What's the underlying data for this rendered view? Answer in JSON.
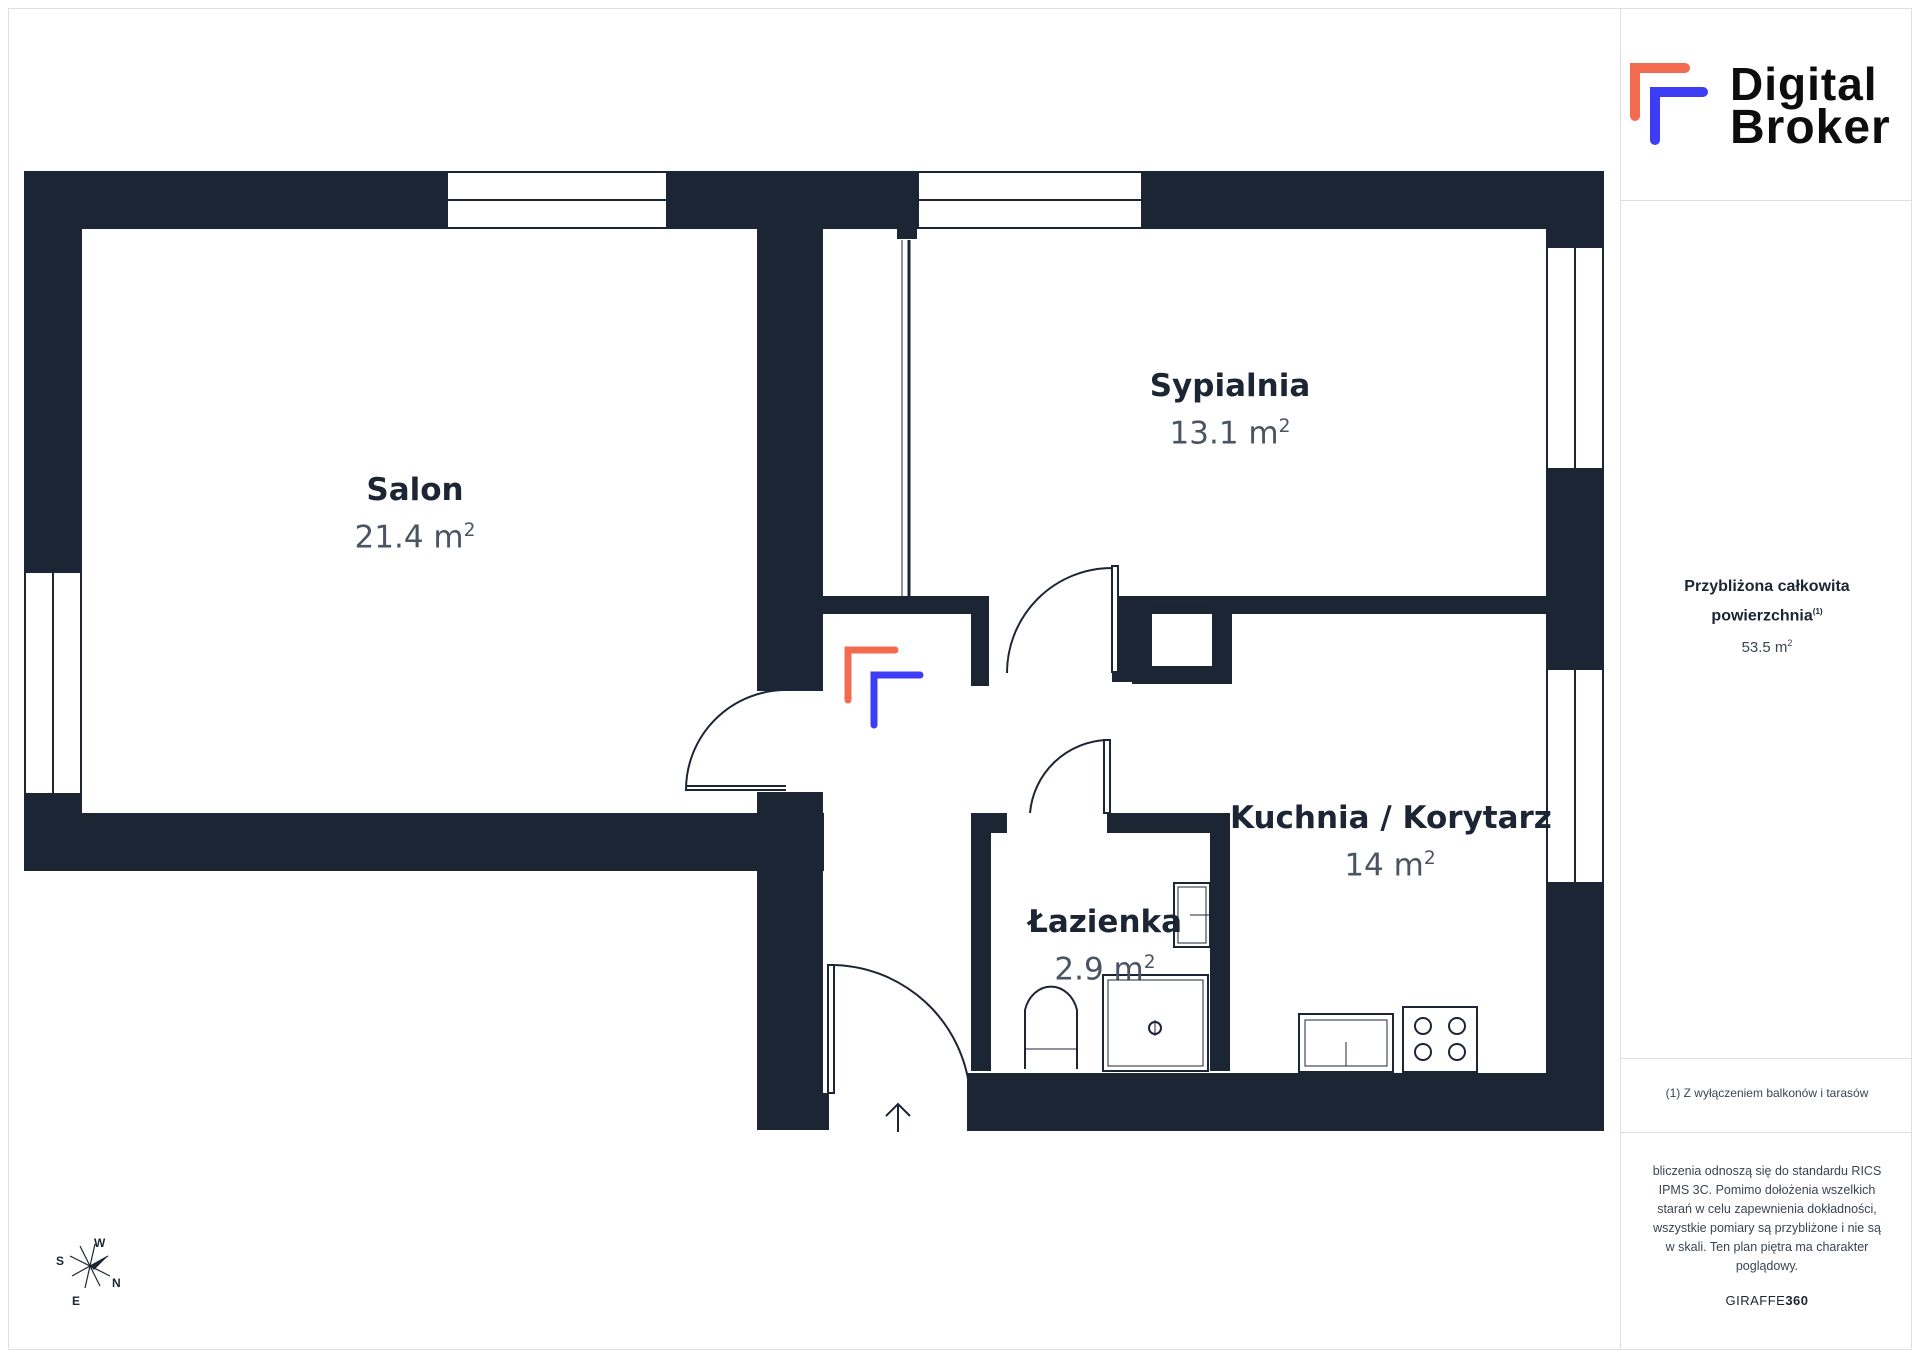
{
  "rooms": [
    {
      "name": "Salon",
      "area_value": "21.4 m",
      "area_unit_sup": "2"
    },
    {
      "name": "Sypialnia",
      "area_value": "13.1 m",
      "area_unit_sup": "2"
    },
    {
      "name": "Kuchnia / Korytarz",
      "area_value": "14 m",
      "area_unit_sup": "2"
    },
    {
      "name": "Łazienka",
      "area_value": "2.9 m",
      "area_unit_sup": "2"
    }
  ],
  "sidebar": {
    "logo_line1": "Digital",
    "logo_line2": "Broker",
    "total_area_title_line1": "Przybliżona całkowita",
    "total_area_title_line2": "powierzchnia",
    "total_area_footnote_mark": "(1)",
    "total_area_value": "53.5 m",
    "total_area_sup": "2",
    "footnote": "(1) Z wyłączeniem balkonów i tarasów",
    "disclaimer": "bliczenia odnoszą się do standardu RICS IPMS 3C. Pomimo dołożenia wszelkich starań w celu zapewnienia dokładności, wszystkie pomiary są przybliżone i nie są w skali. Ten plan piętra ma charakter poglądowy.",
    "brand_plain": "GIRAFFE",
    "brand_bold": "360"
  },
  "compass": {
    "n": "N",
    "s": "S",
    "e": "E",
    "w": "W"
  },
  "colors": {
    "wall": "#1c2533",
    "logo_orange": "#f26b4f",
    "logo_blue": "#3d3df5",
    "text": "#1c2533"
  }
}
